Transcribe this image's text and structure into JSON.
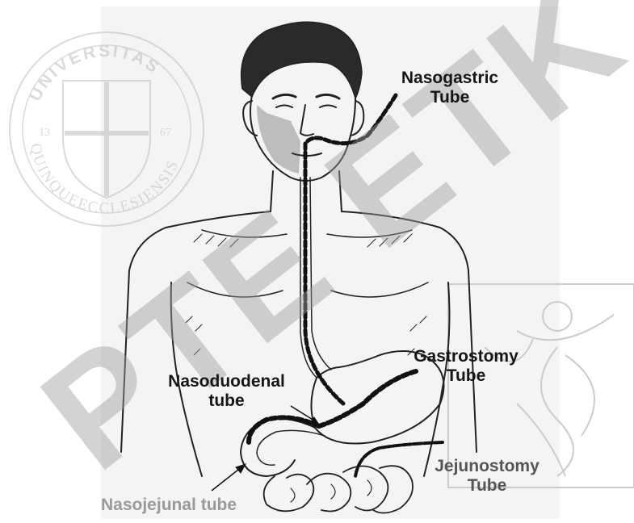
{
  "labels": {
    "nasogastric": {
      "line1": "Nasogastric",
      "line2": "Tube"
    },
    "gastrostomy": {
      "line1": "Gastrostomy",
      "line2": "Tube"
    },
    "nasoduodenal": {
      "line1": "Nasoduodenal",
      "line2": "tube"
    },
    "jejunostomy": {
      "line1": "Jejunostomy",
      "line2": "Tube"
    },
    "nasojejunal": {
      "line1": "Nasojejunal tube"
    }
  },
  "watermark": {
    "text": "PTE ETK",
    "seal_text": "UNIVERSITAS QUINQUEECCLESIENSIS",
    "seal_year_left": "13",
    "seal_year_right": "67"
  },
  "colors": {
    "ink": "#161616",
    "watermark": "#d0d0d0",
    "panel": "#f4f4f4",
    "tube": "#111111"
  },
  "icons": [
    "university-seal-icon",
    "faculty-logo-icon"
  ]
}
